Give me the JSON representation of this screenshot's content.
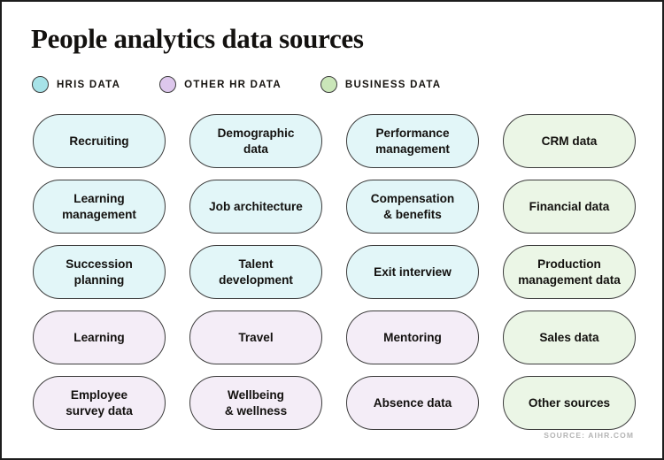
{
  "header": {
    "title": "People analytics data sources"
  },
  "legend": {
    "items": [
      {
        "label": "HRIS DATA",
        "color": "#a7e3e8",
        "key": "hris"
      },
      {
        "label": "OTHER HR DATA",
        "color": "#ddc7ec",
        "key": "other_hr"
      },
      {
        "label": "BUSINESS DATA",
        "color": "#cae6b9",
        "key": "business"
      }
    ]
  },
  "palette": {
    "hris_fill": "#e2f6f8",
    "other_hr_fill": "#f4edf7",
    "business_fill": "#ebf6e6",
    "card_border": "#3c3c3c",
    "text": "#13110f",
    "frame_border": "#1d1d1d",
    "source_text": "#b4b4b4",
    "background": "#ffffff"
  },
  "grid": {
    "columns": 4,
    "rows": 5,
    "cards": [
      {
        "label": "Recruiting",
        "category": "hris"
      },
      {
        "label": "Demographic\ndata",
        "category": "hris"
      },
      {
        "label": "Performance\nmanagement",
        "category": "hris"
      },
      {
        "label": "CRM data",
        "category": "business"
      },
      {
        "label": "Learning\nmanagement",
        "category": "hris"
      },
      {
        "label": "Job architecture",
        "category": "hris"
      },
      {
        "label": "Compensation\n& benefits",
        "category": "hris"
      },
      {
        "label": "Financial data",
        "category": "business"
      },
      {
        "label": "Succession\nplanning",
        "category": "hris"
      },
      {
        "label": "Talent\ndevelopment",
        "category": "hris"
      },
      {
        "label": "Exit interview",
        "category": "hris"
      },
      {
        "label": "Production\nmanagement data",
        "category": "business"
      },
      {
        "label": "Learning",
        "category": "other_hr"
      },
      {
        "label": "Travel",
        "category": "other_hr"
      },
      {
        "label": "Mentoring",
        "category": "other_hr"
      },
      {
        "label": "Sales data",
        "category": "business"
      },
      {
        "label": "Employee\nsurvey data",
        "category": "other_hr"
      },
      {
        "label": "Wellbeing\n& wellness",
        "category": "other_hr"
      },
      {
        "label": "Absence data",
        "category": "other_hr"
      },
      {
        "label": "Other sources",
        "category": "business"
      }
    ]
  },
  "footer": {
    "source": "SOURCE: AIHR.COM"
  }
}
